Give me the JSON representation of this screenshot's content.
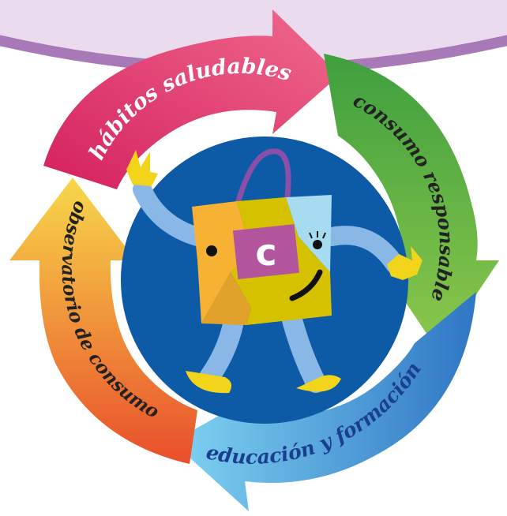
{
  "segments": [
    {
      "label": "hábitos saludables",
      "color_start": "#d4205f",
      "color_end": "#f06a8c",
      "text_color": "#ffffff"
    },
    {
      "label": "consumo responsable",
      "color_start": "#3e9f3e",
      "color_end": "#8cc84b",
      "text_color": "#222222"
    },
    {
      "label": "educación y formación",
      "color_start": "#2f76c4",
      "color_end": "#7fd3f2",
      "text_color": "#1b3f8f"
    },
    {
      "label": "observatorio de consumo",
      "color_start": "#e94e2b",
      "color_end": "#f7d84a",
      "text_color": "#222222"
    }
  ],
  "mascot": {
    "letter": "c",
    "circle_color": "#0d5aa7",
    "body_colors": [
      "#f7b233",
      "#d6c100",
      "#a6dcf0",
      "#e1a22c"
    ],
    "handle_color": "#8a4fa8",
    "limb_color": "#8ab8e6",
    "hand_color": "#f2d41a",
    "emblem_color": "#b2559d"
  },
  "colors": {
    "banner": "#eadbee",
    "banner_edge": "#a77ab7",
    "background": "#ffffff"
  }
}
